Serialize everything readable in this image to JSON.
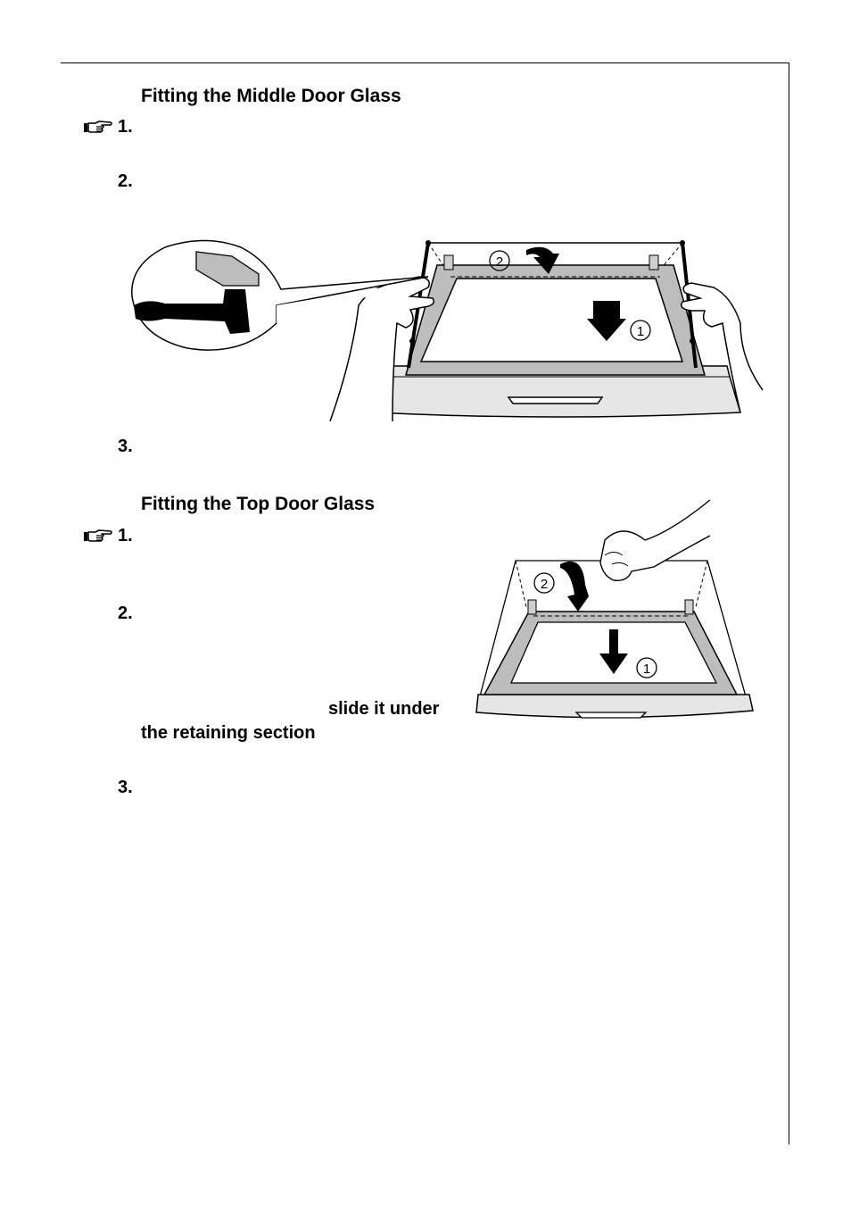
{
  "section1": {
    "heading": "Fitting the Middle Door Glass",
    "steps": [
      "1.",
      "2.",
      "3."
    ],
    "labels": [
      "2",
      "1"
    ]
  },
  "section2": {
    "heading": "Fitting the Top Door Glass",
    "steps": [
      "1.",
      "2.",
      "3."
    ],
    "emphasis_line1": "slide it under",
    "emphasis_line2": "the retaining section",
    "labels": [
      "2",
      "1"
    ]
  },
  "icons": {
    "step_marker": "pointing-hand-icon"
  }
}
